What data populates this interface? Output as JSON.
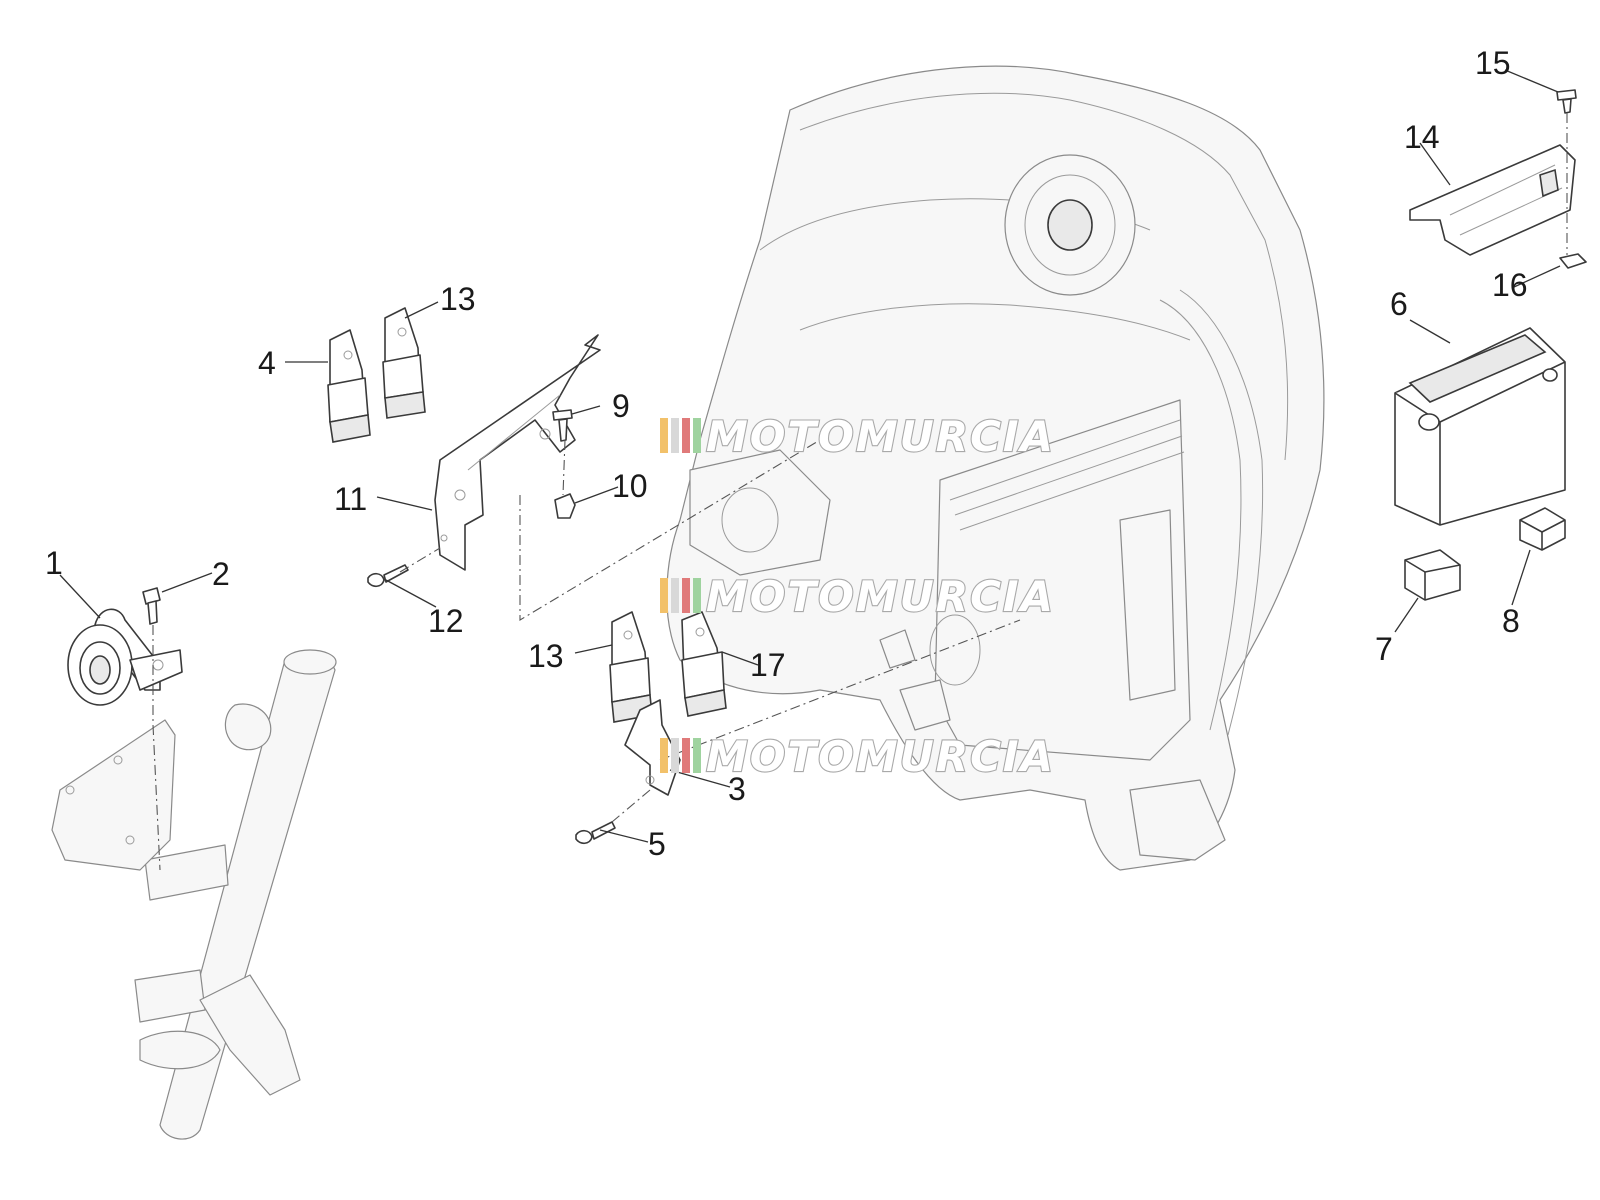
{
  "labels": {
    "n1": "1",
    "n2": "2",
    "n3": "3",
    "n4": "4",
    "n5": "5",
    "n6": "6",
    "n7": "7",
    "n8": "8",
    "n9": "9",
    "n10": "10",
    "n11": "11",
    "n12": "12",
    "n13a": "13",
    "n13b": "13",
    "n14": "14",
    "n15": "15",
    "n16": "16",
    "n17": "17"
  },
  "watermark": {
    "text": "MOTOMURCIA"
  },
  "colors": {
    "stroke": "#3a3a3a",
    "watermark_bar1": "#f2c16a",
    "watermark_bar2": "#d8d8d8",
    "watermark_bar3": "#e07a7a",
    "watermark_bar4": "#9fd39f"
  }
}
